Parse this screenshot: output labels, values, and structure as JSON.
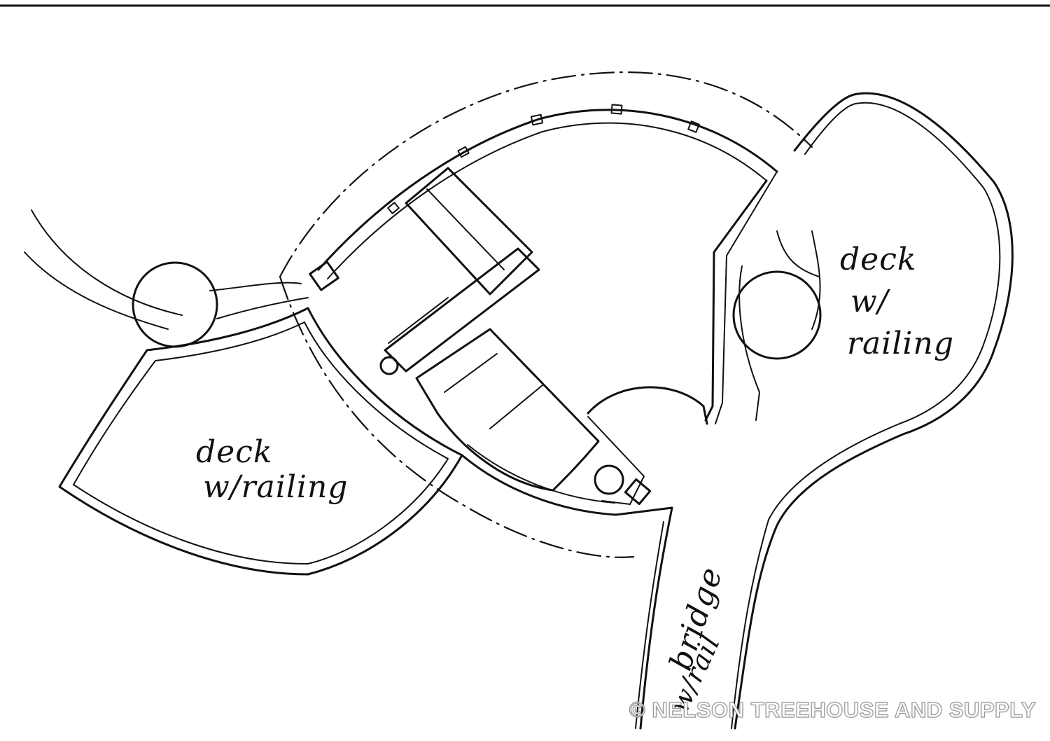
{
  "labels": {
    "deck_left_line1": "deck",
    "deck_left_line2": "w/railing",
    "deck_right_line1": "deck",
    "deck_right_line2": "w/",
    "deck_right_line3": "railing",
    "bridge_line1": "bridge",
    "bridge_line2": "w/rail"
  },
  "watermark": "© NELSON TREEHOUSE AND SUPPLY"
}
